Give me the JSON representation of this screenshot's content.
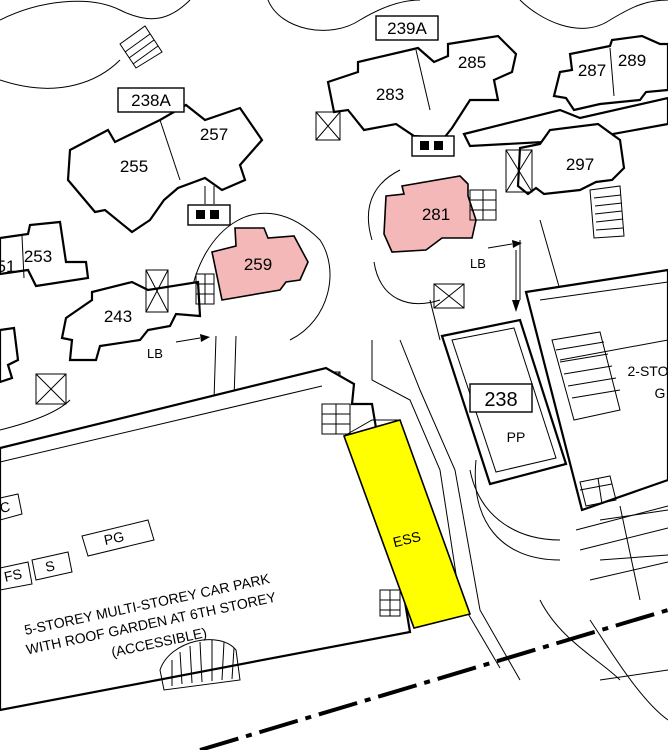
{
  "map": {
    "blocks": {
      "b238A": "238A",
      "b239A": "239A",
      "b255": "255",
      "b257": "257",
      "b253": "253",
      "b251": "51",
      "b243": "243",
      "b259": "259",
      "b283": "283",
      "b285": "285",
      "b287": "287",
      "b289": "289",
      "b281": "281",
      "b297": "297",
      "b238": "238",
      "pp": "PP",
      "ess": "ESS",
      "lb1": "LB",
      "lb2": "LB",
      "pg": "PG",
      "s": "S",
      "fs": "FS",
      "c": "C",
      "two_storey_1": "2-STO",
      "two_storey_2": "G"
    },
    "carpark": {
      "line1": "5-STOREY MULTI-STOREY CAR PARK",
      "line2": "WITH ROOF GARDEN AT 6TH STOREY",
      "line3": "(ACCESSIBLE)"
    },
    "colors": {
      "highlight_pink": "#f4b8b8",
      "highlight_yellow": "#ffff00",
      "lines": "#000000",
      "background": "#ffffff"
    }
  }
}
